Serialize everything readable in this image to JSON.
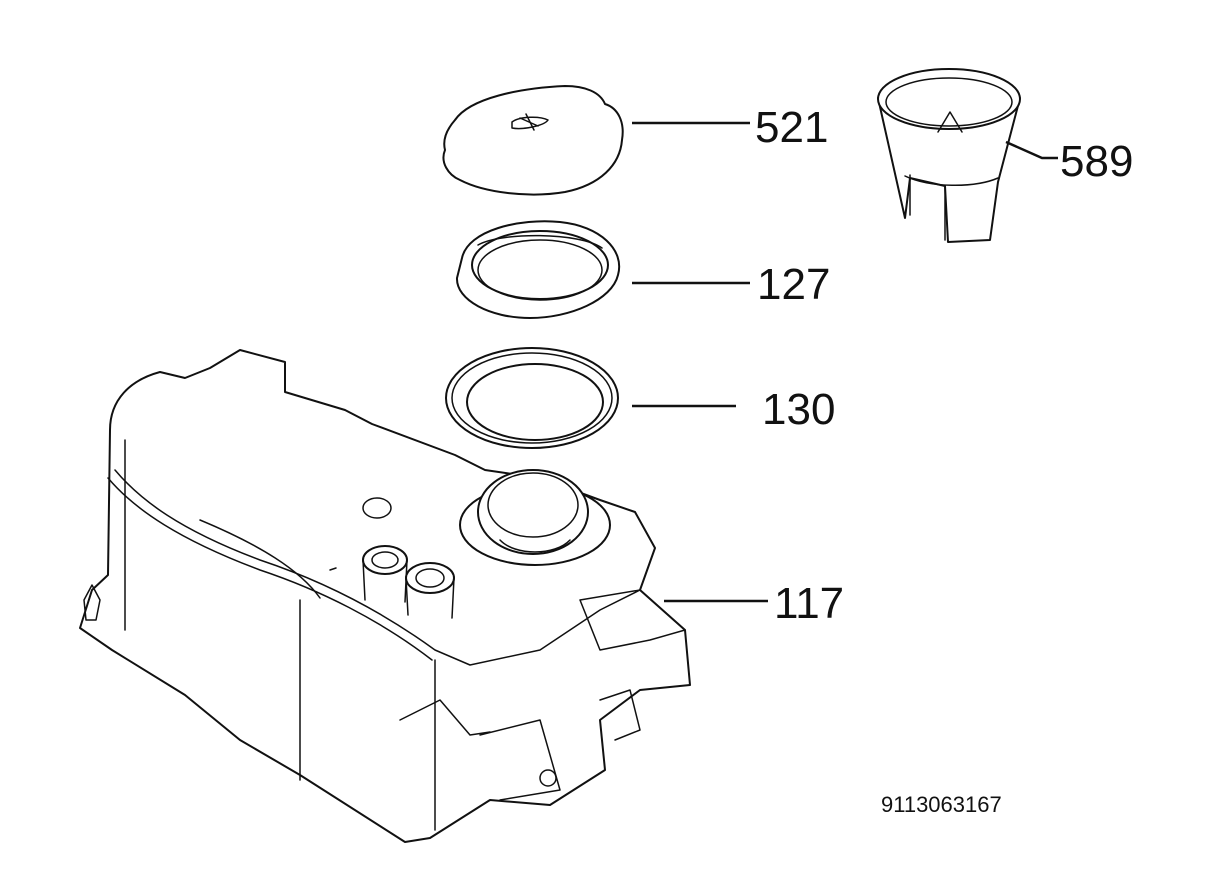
{
  "diagram": {
    "callouts": [
      {
        "id": "521",
        "label": "521"
      },
      {
        "id": "589",
        "label": "589"
      },
      {
        "id": "127",
        "label": "127"
      },
      {
        "id": "130",
        "label": "130"
      },
      {
        "id": "117",
        "label": "117"
      }
    ],
    "document_number": "9113063167"
  },
  "colors": {
    "line": "#111111",
    "background": "#ffffff"
  }
}
